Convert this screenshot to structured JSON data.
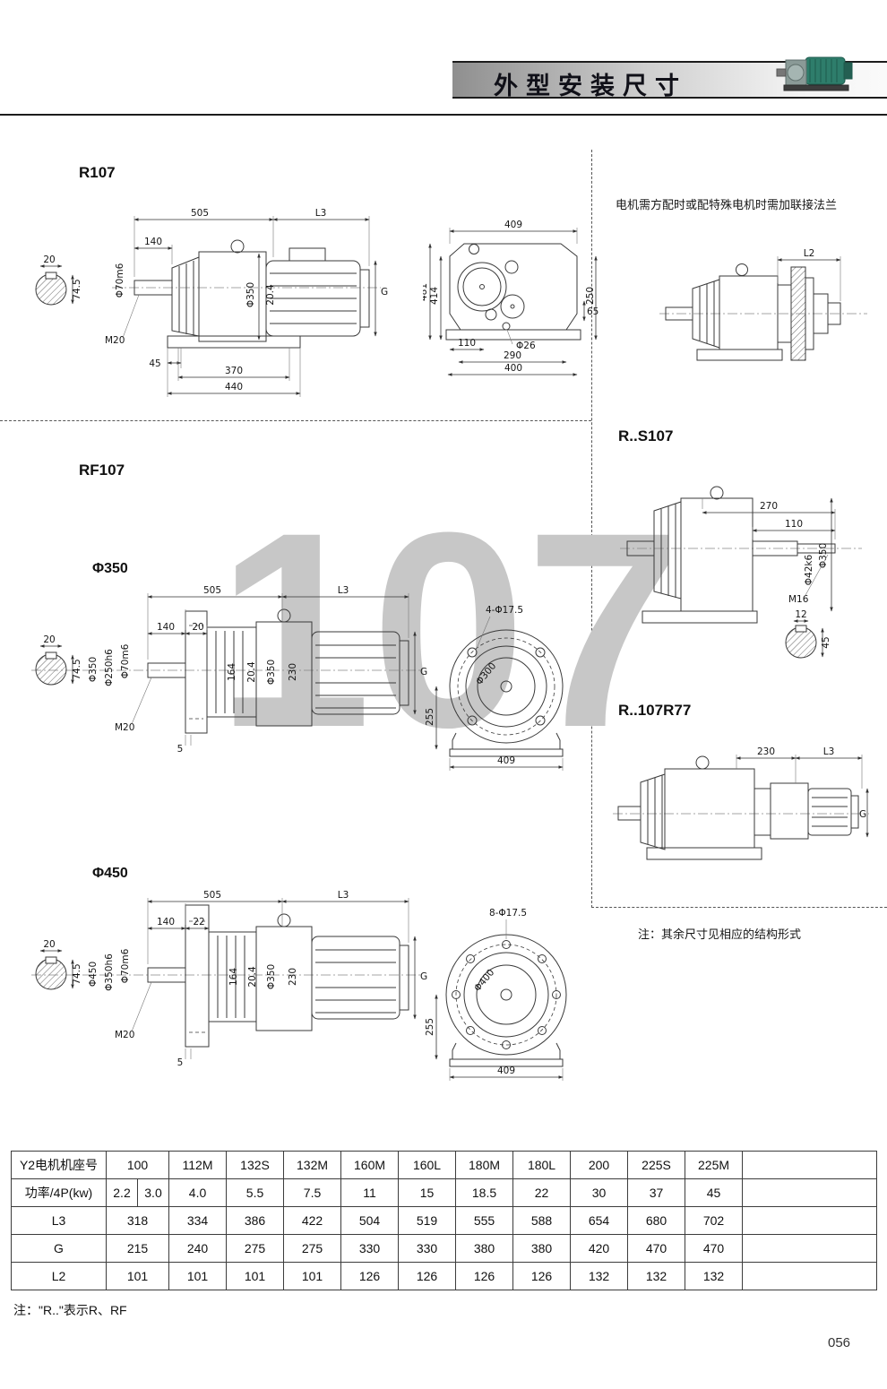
{
  "header": {
    "title": "外型安装尺寸"
  },
  "watermark": "107",
  "page_number": "056",
  "footer_note": "注：\"R..\"表示R、RF",
  "notes": {
    "flange": "电机需方配时或配特殊电机时需加联接法兰",
    "other": "注：其余尺寸见相应的结构形式"
  },
  "sections": {
    "r107": "R107",
    "rf107": "RF107",
    "rs107": "R..S107",
    "r107r77": "R..107R77",
    "phi350": "Φ350",
    "phi450": "Φ450"
  },
  "d": {
    "r107_side": {
      "k20": "20",
      "k745": "74.5",
      "phi70": "Φ70m6",
      "d505": "505",
      "L3": "L3",
      "d140": "140",
      "M20": "M20",
      "d45": "45",
      "d370": "370",
      "d440": "440",
      "phi350": "Φ350",
      "d204": "20.4",
      "G": "G"
    },
    "r107_front": {
      "d409": "409",
      "d481": "481",
      "d414": "414",
      "d65": "65",
      "d250": "250",
      "d110": "110",
      "phi26": "Φ26",
      "d290": "290",
      "d400": "400"
    },
    "flange_small": {
      "L2": "L2"
    },
    "rs107": {
      "d270": "270",
      "d110": "110",
      "phi42": "Φ42k6",
      "phi350": "Φ350",
      "M16": "M16",
      "d12": "12",
      "d45": "45"
    },
    "rf350_side": {
      "d505": "505",
      "L3": "L3",
      "d140": "140",
      "d20": "20",
      "k20": "20",
      "k745": "74.5",
      "phi350": "Φ350",
      "phi250": "Φ250h6",
      "phi70": "Φ70m6",
      "M20": "M20",
      "d5": "5",
      "d164": "164",
      "d204": "20.4",
      "hphi350": "Φ350",
      "d230": "230",
      "G": "G"
    },
    "rf350_front": {
      "holes": "4-Φ17.5",
      "d255": "255",
      "phi300": "Φ300",
      "d409": "409"
    },
    "r107r77": {
      "d230": "230",
      "L3": "L3",
      "G": "G"
    },
    "rf450_side": {
      "d505": "505",
      "L3": "L3",
      "d140": "140",
      "d22": "22",
      "k20": "20",
      "k745": "74.5",
      "phi450": "Φ450",
      "phi350h6": "Φ350h6",
      "phi70": "Φ70m6",
      "M20": "M20",
      "d5": "5",
      "d164": "164",
      "d204": "20.4",
      "hphi350": "Φ350",
      "d230": "230",
      "G": "G"
    },
    "rf450_front": {
      "holes": "8-Φ17.5",
      "d255": "255",
      "phi400": "Φ400",
      "d409": "409"
    }
  },
  "table": {
    "row_labels": [
      "Y2电机机座号",
      "功率/4P(kw)",
      "L3",
      "G",
      "L2"
    ],
    "frame_sizes": [
      "100",
      "112M",
      "132S",
      "132M",
      "160M",
      "160L",
      "180M",
      "180L",
      "200",
      "225S",
      "225M"
    ],
    "power": [
      "2.2",
      "3.0",
      "4.0",
      "5.5",
      "7.5",
      "11",
      "15",
      "18.5",
      "22",
      "30",
      "37",
      "45"
    ],
    "l3_values": [
      "318",
      "334",
      "386",
      "422",
      "504",
      "519",
      "555",
      "588",
      "654",
      "680",
      "702"
    ],
    "g_values": [
      "215",
      "240",
      "275",
      "275",
      "330",
      "330",
      "380",
      "380",
      "420",
      "470",
      "470"
    ],
    "l2_values": [
      "101",
      "101",
      "101",
      "101",
      "126",
      "126",
      "126",
      "126",
      "132",
      "132",
      "132"
    ]
  }
}
